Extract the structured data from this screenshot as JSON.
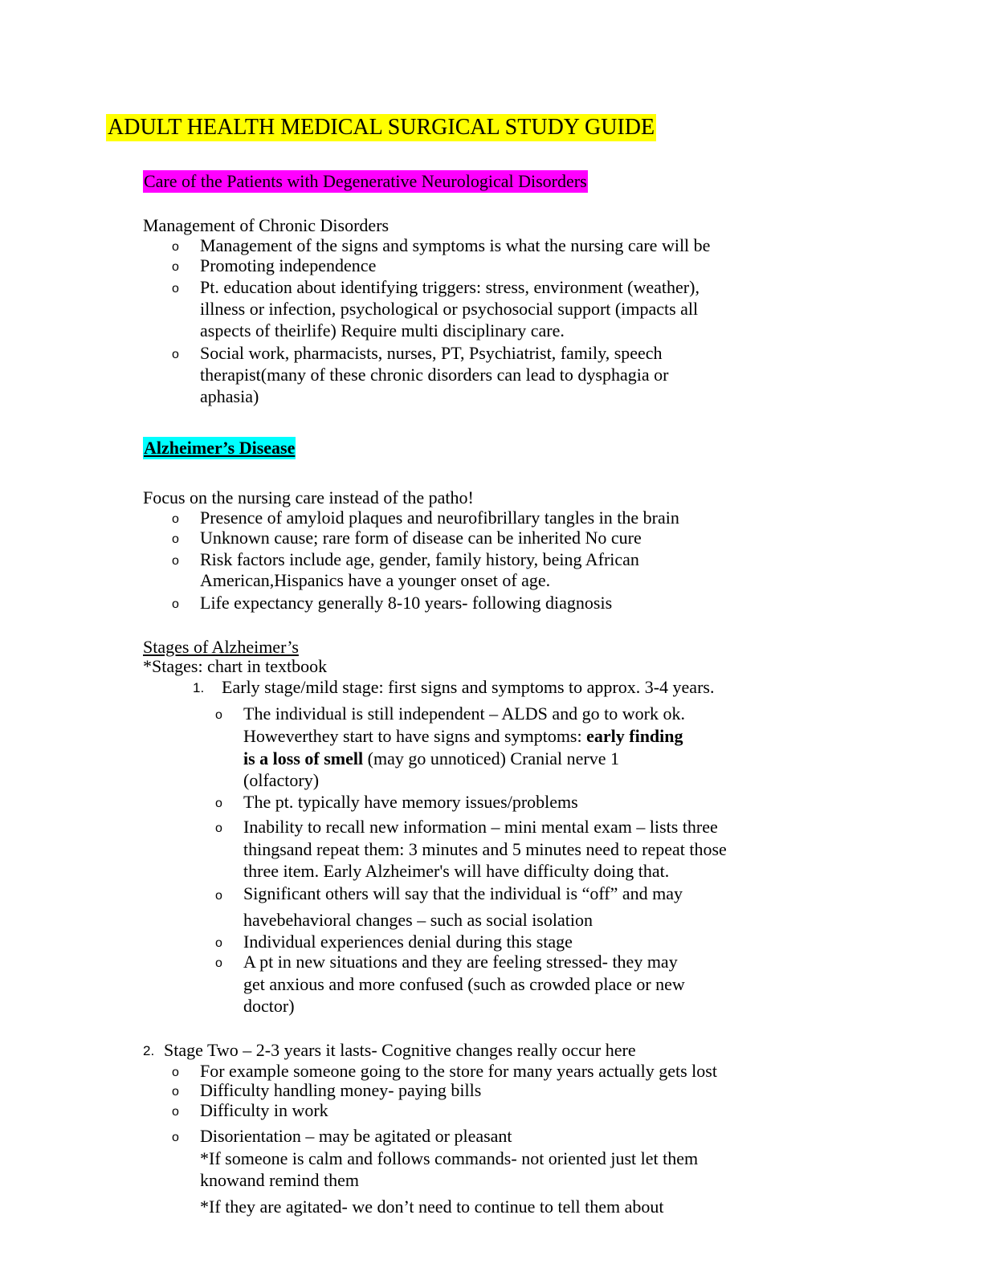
{
  "title": "ADULT HEALTH MEDICAL SURGICAL STUDY GUIDE",
  "section1": {
    "heading": "Care of the Patients with Degenerative Neurological Disorders",
    "subheading": "Management of Chronic Disorders",
    "bullet_symbol": "o",
    "lines": [
      "Management of the signs and symptoms is what the nursing care will be",
      "Promoting independence",
      "Pt. education about identifying triggers: stress, environment (weather),",
      "illness or infection, psychological or psychosocial support (impacts all",
      "aspects of theirlife) Require multi disciplinary care.",
      "Social work, pharmacists, nurses, PT, Psychiatrist, family, speech",
      "therapist(many of these chronic disorders can lead to dysphagia or",
      "aphasia)"
    ]
  },
  "section2": {
    "heading": "Alzheimer’s Disease",
    "intro": "Focus on the nursing care instead of the patho!",
    "lines": [
      "Presence of amyloid plaques and neurofibrillary tangles in the brain",
      "Unknown cause; rare form of disease can be inherited No cure",
      "Risk factors include age, gender, family history, being African",
      "American,Hispanics have a younger onset of age.",
      "Life expectancy generally 8-10 years- following diagnosis"
    ]
  },
  "stages": {
    "heading": "Stages of Alzheimer’s",
    "note": "*Stages: chart in textbook",
    "stage1": {
      "number": "1.",
      "text": "Early stage/mild stage: first signs and symptoms to approx. 3-4 years.",
      "lines": [
        "The individual is still independent – ALDS and go to work ok.",
        "Howeverthey start to have signs and symptoms: ",
        "early finding",
        "is a loss of smell",
        " (may go unnoticed) Cranial nerve 1",
        "(olfactory)",
        "The pt. typically have memory issues/problems",
        "Inability to recall new information – mini mental exam – lists three",
        "thingsand repeat them: 3 minutes and 5 minutes need to repeat those",
        "three item. Early Alzheimer's will have difficulty doing that.",
        "Significant others will say that the individual is “off” and may",
        "havebehavioral changes – such as social isolation",
        "Individual experiences denial during this stage",
        "A pt in new situations and they are feeling stressed- they may",
        "get anxious and more confused (such as crowded place or new",
        "doctor)"
      ]
    },
    "stage2": {
      "number": "2.",
      "text": "Stage Two – 2-3 years it lasts- Cognitive changes really occur here",
      "lines": [
        "For example someone going to the store for many years actually gets lost",
        "Difficulty handling money- paying bills",
        "Difficulty in work",
        "Disorientation – may be agitated or pleasant",
        "*If someone is calm and follows commands- not oriented just let them",
        "knowand remind them",
        "*If they are agitated- we don’t need to continue to tell them about"
      ]
    }
  }
}
